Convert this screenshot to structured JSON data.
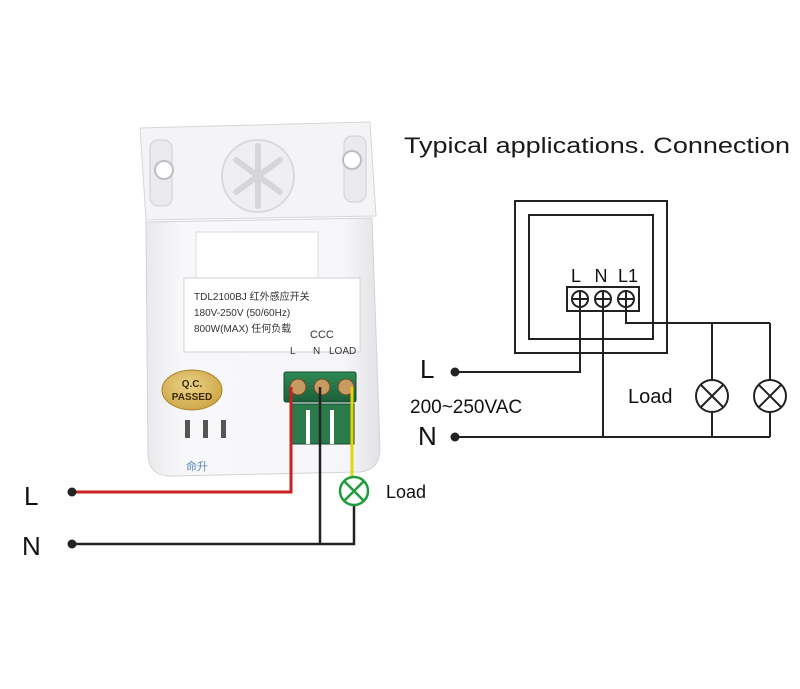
{
  "heading": "Typical applications. Connection",
  "device": {
    "model_line": "TDL2100BJ 红外感应开关",
    "voltage_line": "180V-250V (50/60Hz)",
    "load_line": "800W(MAX)  任何负载",
    "cert_mark": "CCC",
    "terminal_label_l": "L",
    "terminal_label_n": "N",
    "terminal_label_load": "LOAD",
    "qc_sticker_line1": "Q.C.",
    "qc_sticker_line2": "PASSED",
    "brand_text": "命升"
  },
  "left_wiring": {
    "line_label": "L",
    "neutral_label": "N",
    "load_label": "Load",
    "colors": {
      "live": "#cc1f1f",
      "neutral": "#222222",
      "load": "#e6d40a",
      "lamp": "#1e9c3a"
    }
  },
  "schematic": {
    "terminal_labels": [
      "L",
      "N",
      "L1"
    ],
    "line_label": "L",
    "neutral_label": "N",
    "voltage_label": "200~250VAC",
    "load_label": "Load"
  }
}
